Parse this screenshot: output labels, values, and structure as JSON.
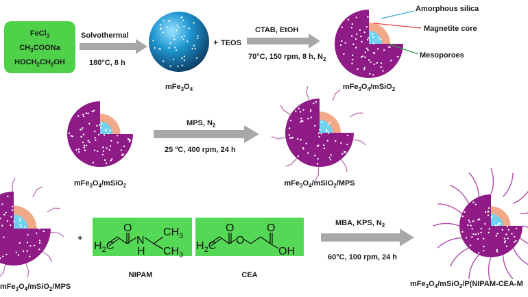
{
  "row1": {
    "reagents": {
      "line1": "FeCl",
      "line1_sub": "3",
      "line2a": "CH",
      "line2_sub": "3",
      "line2b": "COONa",
      "line3": "HOCH",
      "line3_sub": "2",
      "line3b": "CH",
      "line3_sub2": "2",
      "line3c": "OH"
    },
    "step1_top": "Solvothermal",
    "step1_bottom": "180°C, 8 h",
    "plus": "+",
    "teos": "TEOS",
    "product1": {
      "a": "mFe",
      "s1": "3",
      "b": "O",
      "s2": "4"
    },
    "step2_top": "CTAB, EtOH",
    "step2_bottom": {
      "a": "70°C, 150 rpm, 8 h, N",
      "s": "2"
    },
    "product2": {
      "a": "mFe",
      "s1": "3",
      "b": "O",
      "s2": "4",
      "c": "/mSiO",
      "s3": "2"
    },
    "legend": {
      "silica": "Amorphous silica",
      "core": "Magnetite core",
      "pores": "Mesoporoes"
    }
  },
  "row2": {
    "input": {
      "a": "mFe",
      "s1": "3",
      "b": "O",
      "s2": "4",
      "c": "/mSiO",
      "s3": "2"
    },
    "step_top": {
      "a": "MPS, N",
      "s": "2"
    },
    "step_bottom": "25 ºC, 400 rpm, 24 h",
    "product": {
      "a": "mFe",
      "s1": "3",
      "b": "O",
      "s2": "4",
      "c": "/mSiO",
      "s3": "2",
      "d": "/MPS"
    }
  },
  "row3": {
    "input": {
      "a": "mFe",
      "s1": "3",
      "b": "O",
      "s2": "4",
      "c": "/mSiO",
      "s3": "2",
      "d": "/MPS"
    },
    "plus": "+",
    "nipam": {
      "h2c": "H",
      "h2c_sub": "2",
      "h2c_c": "C",
      "o": "O",
      "n": "N",
      "h": "H",
      "ch3a": "CH",
      "ch3a_sub": "3",
      "ch3b": "CH",
      "ch3b_sub": "3"
    },
    "nipam_label": "NIPAM",
    "cea": {
      "h2c": "H",
      "h2c_sub": "2",
      "h2c_c": "C",
      "o1": "O",
      "o2": "O",
      "o3": "O",
      "oh": "OH"
    },
    "cea_label": "CEA",
    "step_top": {
      "a": "MBA, KPS, N",
      "s": "2"
    },
    "step_bottom": "60°C, 100 rpm, 24 h",
    "product": {
      "a": "mFe",
      "s1": "3",
      "b": "O",
      "s2": "4",
      "c": "/mSiO",
      "s3": "2",
      "d": "/P(NIPAM-CEA-M"
    }
  },
  "colors": {
    "reagent_box": "#4fd14a",
    "chem_box": "#55d855",
    "arrow": "#a8a8a8",
    "shell": "#8e1b86",
    "silica": "#f2a98a",
    "core": "#6fd2f0",
    "sphere_blue": "#1e8fc8",
    "mps": "#c07ab8",
    "polymer": "#b04aa8"
  },
  "icons": [
    "green-reagent-box",
    "blue-fe3o4-sphere",
    "core-shell-particle",
    "process-arrow",
    "mps-tether",
    "polymer-brush"
  ]
}
